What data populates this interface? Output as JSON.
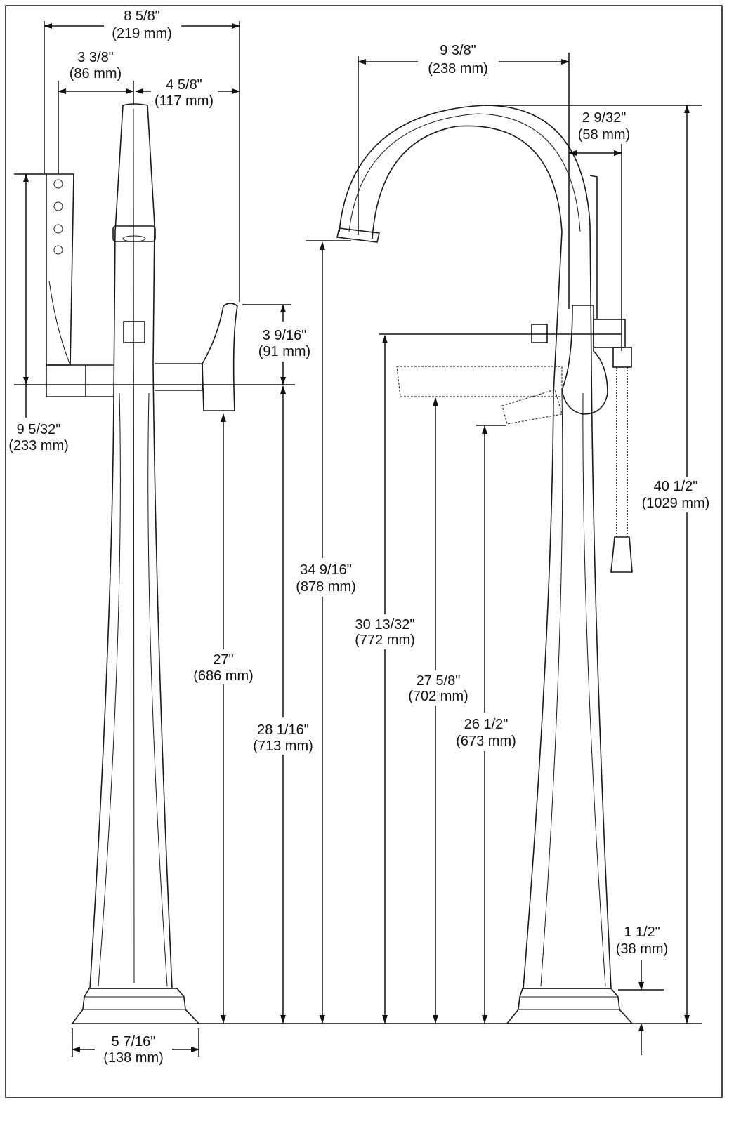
{
  "left_view": {
    "overall_width": {
      "in": "8 5/8\"",
      "mm": "(219 mm)"
    },
    "handshower_offset": {
      "in": "3 3/8\"",
      "mm": "(86 mm)"
    },
    "handle_offset": {
      "in": "4 5/8\"",
      "mm": "(117 mm)"
    },
    "handshower_height": {
      "in": "9 5/32\"",
      "mm": "(233 mm)"
    },
    "handle_height": {
      "in": "3 9/16\"",
      "mm": "(91 mm)"
    },
    "handle_bottom": {
      "in": "27\"",
      "mm": "(686 mm)"
    },
    "body_junction": {
      "in": "28 1/16\"",
      "mm": "(713 mm)"
    },
    "base_width": {
      "in": "5 7/16\"",
      "mm": "(138 mm)"
    }
  },
  "right_view": {
    "spout_reach": {
      "in": "9 3/8\"",
      "mm": "(238 mm)"
    },
    "hose_offset": {
      "in": "2 9/32\"",
      "mm": "(58 mm)"
    },
    "spout_outlet": {
      "in": "34 9/16\"",
      "mm": "(878 mm)"
    },
    "valve_center": {
      "in": "30 13/32\"",
      "mm": "(772 mm)"
    },
    "handle_open": {
      "in": "27 5/8\"",
      "mm": "(702 mm)"
    },
    "handle_closed": {
      "in": "26 1/2\"",
      "mm": "(673 mm)"
    },
    "overall_height": {
      "in": "40 1/2\"",
      "mm": "(1029 mm)"
    },
    "floor_thickness": {
      "in": "1 1/2\"",
      "mm": "(38 mm)"
    }
  }
}
